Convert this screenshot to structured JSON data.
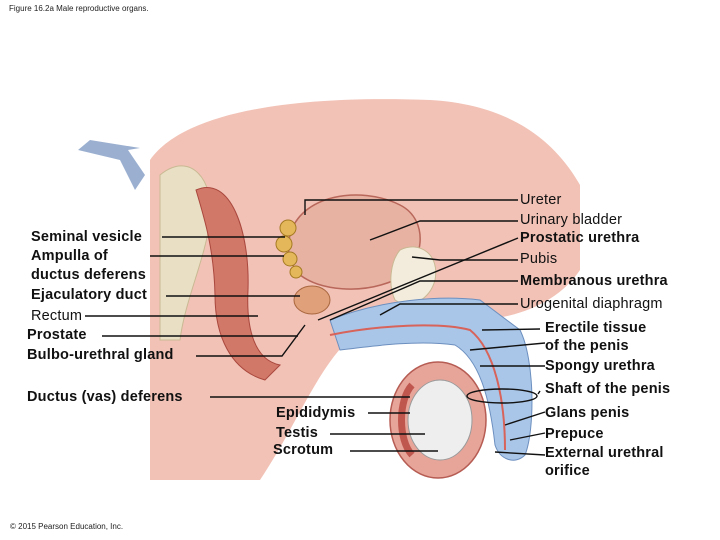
{
  "figure_caption": "Figure 16.2a Male reproductive organs.",
  "copyright": "© 2015 Pearson Education, Inc.",
  "left_labels": {
    "seminal_vesicle": "Seminal vesicle",
    "ampulla": "Ampulla of",
    "ampulla_2": "ductus deferens",
    "ejaculatory_duct": "Ejaculatory duct",
    "rectum": "Rectum",
    "prostate": "Prostate",
    "bulbo_urethral": "Bulbo-urethral gland",
    "ductus_deferens": "Ductus (vas) deferens"
  },
  "center_labels": {
    "epididymis": "Epididymis",
    "testis": "Testis",
    "scrotum": "Scrotum"
  },
  "right_labels": {
    "ureter": "Ureter",
    "urinary_bladder": "Urinary bladder",
    "prostatic_urethra": "Prostatic urethra",
    "pubis": "Pubis",
    "membranous_urethra": "Membranous urethra",
    "urogenital_diaphragm": "Urogenital diaphragm",
    "erectile_tissue": "Erectile tissue",
    "erectile_tissue_2": "of the penis",
    "spongy_urethra": "Spongy urethra",
    "shaft": "Shaft of the penis",
    "glans": "Glans penis",
    "prepuce": "Prepuce",
    "external_orifice": "External urethral",
    "external_orifice_2": "orifice"
  },
  "colors": {
    "tissue": "#e8a89a",
    "muscle": "#c0574f",
    "bone": "#f1e9d6",
    "erectile": "#8fb4dc",
    "testis": "#eeeeee",
    "arrow": "#8aa2c8"
  }
}
